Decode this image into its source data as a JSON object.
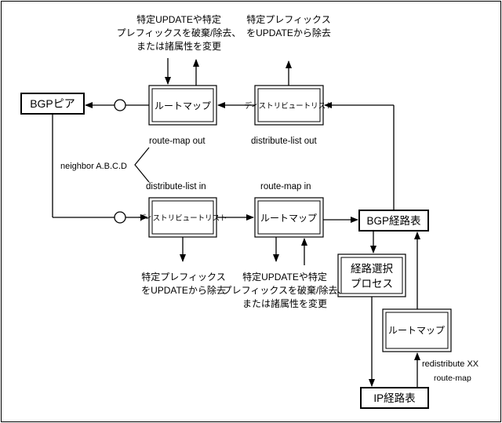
{
  "boxes": {
    "bgp_peer": "BGPピア",
    "route_map_out": "ルートマップ",
    "dist_list_out": "ディストリビュートリスト",
    "dist_list_in": "ディストリビュートリスト",
    "route_map_in": "ルートマップ",
    "bgp_table": "BGP経路表",
    "path_select_1": "経路選択",
    "path_select_2": "プロセス",
    "route_map_redist": "ルートマップ",
    "ip_table": "IP経路表"
  },
  "labels": {
    "top_left_1": "特定UPDATEや特定",
    "top_left_2": "プレフィックスを破棄/除去、",
    "top_left_3": "または諸属性を変更",
    "top_right_1": "特定プレフィックス",
    "top_right_2": "をUPDATEから除去",
    "route_map_out_cmd": "route-map out",
    "distribute_list_out_cmd": "distribute-list out",
    "neighbor": "neighbor A.B.C.D",
    "distribute_list_in_cmd": "distribute-list in",
    "route_map_in_cmd": "route-map in",
    "bottom_left_1": "特定プレフィックス",
    "bottom_left_2": "をUPDATEから除去",
    "bottom_mid_1": "特定UPDATEや特定",
    "bottom_mid_2": "プレフィックスを破棄/除去、",
    "bottom_mid_3": "または諸属性を変更",
    "redistribute": "redistribute XX",
    "redistribute_route_map": "route-map"
  }
}
